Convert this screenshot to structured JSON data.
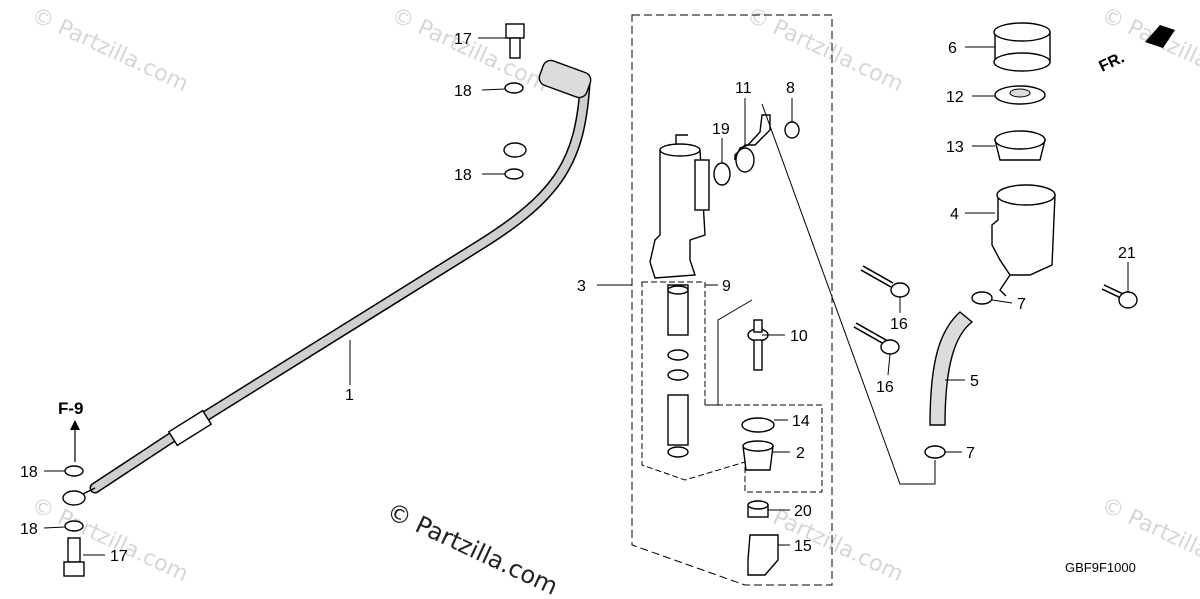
{
  "watermark": "© Partzilla.com",
  "diagram_code": "GBF9F1000",
  "direction_label": "FR.",
  "reference_label": "F-9",
  "callouts": [
    {
      "id": "c17a",
      "text": "17"
    },
    {
      "id": "c18a",
      "text": "18"
    },
    {
      "id": "c18b",
      "text": "18"
    },
    {
      "id": "c1",
      "text": "1"
    },
    {
      "id": "c18c",
      "text": "18"
    },
    {
      "id": "c18d",
      "text": "18"
    },
    {
      "id": "c17b",
      "text": "17"
    },
    {
      "id": "c3",
      "text": "3"
    },
    {
      "id": "c9",
      "text": "9"
    },
    {
      "id": "c10",
      "text": "10"
    },
    {
      "id": "c14",
      "text": "14"
    },
    {
      "id": "c2",
      "text": "2"
    },
    {
      "id": "c20",
      "text": "20"
    },
    {
      "id": "c15",
      "text": "15"
    },
    {
      "id": "c11",
      "text": "11"
    },
    {
      "id": "c8",
      "text": "8"
    },
    {
      "id": "c19",
      "text": "19"
    },
    {
      "id": "c6",
      "text": "6"
    },
    {
      "id": "c12",
      "text": "12"
    },
    {
      "id": "c13",
      "text": "13"
    },
    {
      "id": "c4",
      "text": "4"
    },
    {
      "id": "c7a",
      "text": "7"
    },
    {
      "id": "c16a",
      "text": "16"
    },
    {
      "id": "c16b",
      "text": "16"
    },
    {
      "id": "c5",
      "text": "5"
    },
    {
      "id": "c7b",
      "text": "7"
    },
    {
      "id": "c21",
      "text": "21"
    }
  ]
}
